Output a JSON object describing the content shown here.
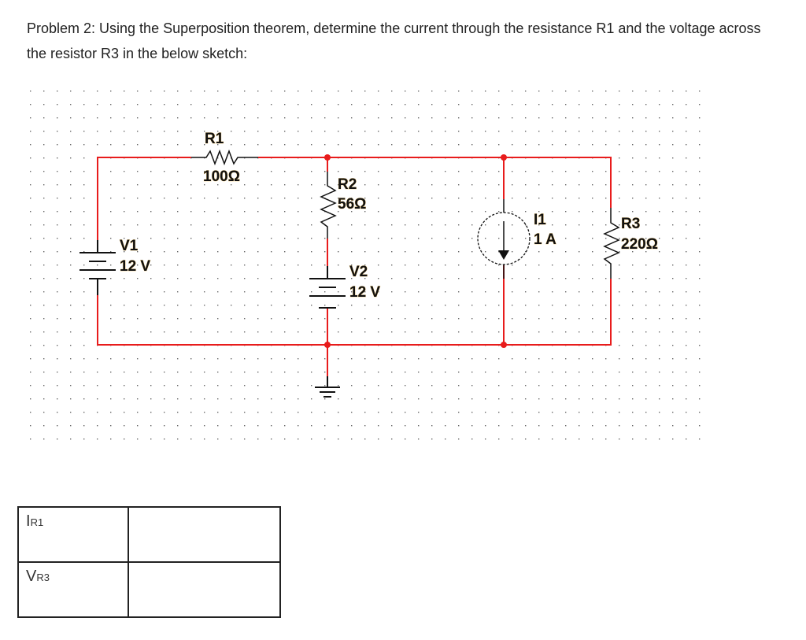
{
  "problem": {
    "text": "Problem 2:  Using the Superposition theorem, determine the current through the resistance R1 and the voltage across the resistor R3 in the below sketch:"
  },
  "schematic": {
    "wire_color": "#e81c1c",
    "component_color": "#111111",
    "components": {
      "R1": {
        "name": "R1",
        "value": "100Ω"
      },
      "R2": {
        "name": "R2",
        "value": "56Ω"
      },
      "R3": {
        "name": "R3",
        "value": "220Ω"
      },
      "V1": {
        "name": "V1",
        "value": "12 V"
      },
      "V2": {
        "name": "V2",
        "value": "12 V"
      },
      "I1": {
        "name": "I1",
        "value": "1 A"
      }
    }
  },
  "answers": {
    "rows": [
      {
        "label_main": "I",
        "label_sub": "R1",
        "value": ""
      },
      {
        "label_main": "V",
        "label_sub": "R3",
        "value": ""
      }
    ]
  }
}
